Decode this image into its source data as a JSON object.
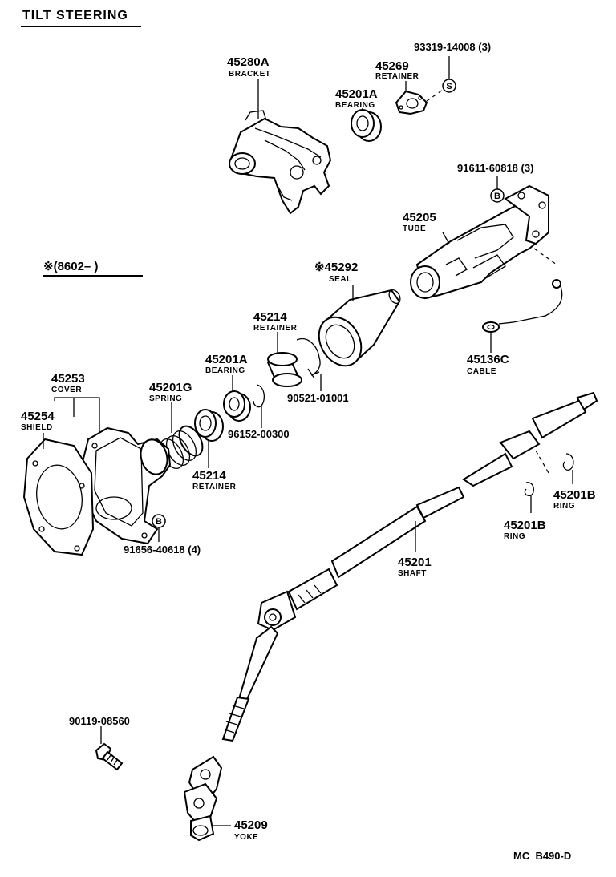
{
  "title": "TILT STEERING",
  "range_note": "※(8602–         )",
  "footer_code": "MC  B490-D",
  "parts": {
    "bracket": {
      "number": "45280A",
      "name": "BRACKET"
    },
    "screw_top": {
      "number": "93319-14008 (3)",
      "marker": "S"
    },
    "retainer_top": {
      "number": "45269",
      "name": "RETAINER"
    },
    "bearing_upper": {
      "number": "45201A",
      "name": "BEARING"
    },
    "bolt_tube": {
      "number": "91611-60818 (3)",
      "marker": "B"
    },
    "tube": {
      "number": "45205",
      "name": "TUBE"
    },
    "seal": {
      "number": "※45292",
      "name": "SEAL"
    },
    "retainer_mid": {
      "number": "45214",
      "name": "RETAINER"
    },
    "clip": {
      "number": "90521-01001"
    },
    "cable": {
      "number": "45136C",
      "name": "CABLE"
    },
    "bearing_lower": {
      "number": "45201A",
      "name": "BEARING"
    },
    "cover": {
      "number": "45253",
      "name": "COVER"
    },
    "spring": {
      "number": "45201G",
      "name": "SPRING"
    },
    "shield": {
      "number": "45254",
      "name": "SHIELD"
    },
    "snap_ring": {
      "number": "96152-00300"
    },
    "retainer_low": {
      "number": "45214",
      "name": "RETAINER"
    },
    "ring_right": {
      "number": "45201B",
      "name": "RING"
    },
    "ring_left": {
      "number": "45201B",
      "name": "RING"
    },
    "bolt_cover": {
      "number": "91656-40618 (4)",
      "marker": "B"
    },
    "shaft": {
      "number": "45201",
      "name": "SHAFT"
    },
    "bolt_yoke": {
      "number": "90119-08560"
    },
    "yoke": {
      "number": "45209",
      "name": "YOKE"
    }
  }
}
